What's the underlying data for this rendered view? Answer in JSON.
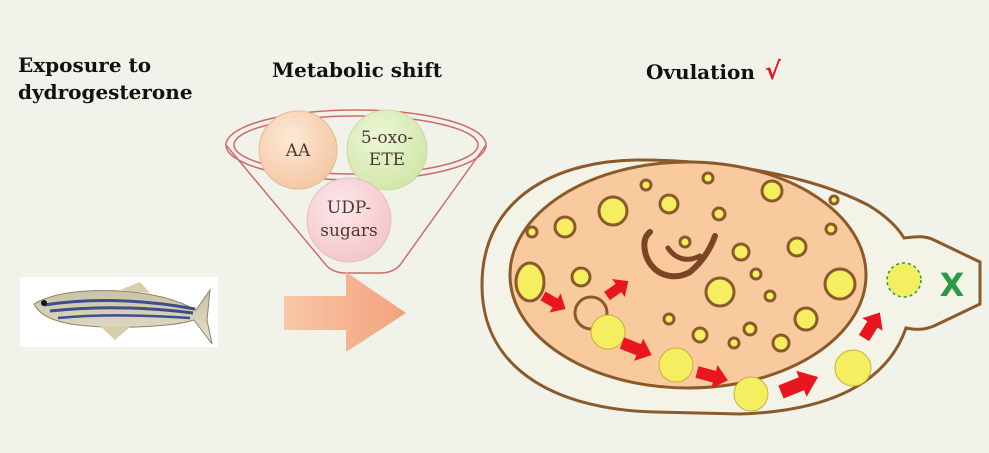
{
  "labels": {
    "exposure_line1": "Exposure to",
    "exposure_line2": "dydrogesterone",
    "metabolic_shift": "Metabolic shift",
    "ovulation": "Ovulation",
    "ovulation_check": "√"
  },
  "metabolites": {
    "aa": "AA",
    "oxo_line1": "5-oxo-",
    "oxo_line2": "ETE",
    "udp_line1": "UDP-",
    "udp_line2": "sugars"
  },
  "blocked_mark": "X",
  "colors": {
    "background": "#f1f3ea",
    "follicle_fill": "#f8ca9e",
    "follicle_outline": "#8b5a2b",
    "oocyte_fill": "#f4ee60",
    "arrow_red": "#e8161e",
    "arrow_peach": "#f6b08e",
    "block_green": "#2a9a44",
    "check_red": "#e8161e"
  }
}
